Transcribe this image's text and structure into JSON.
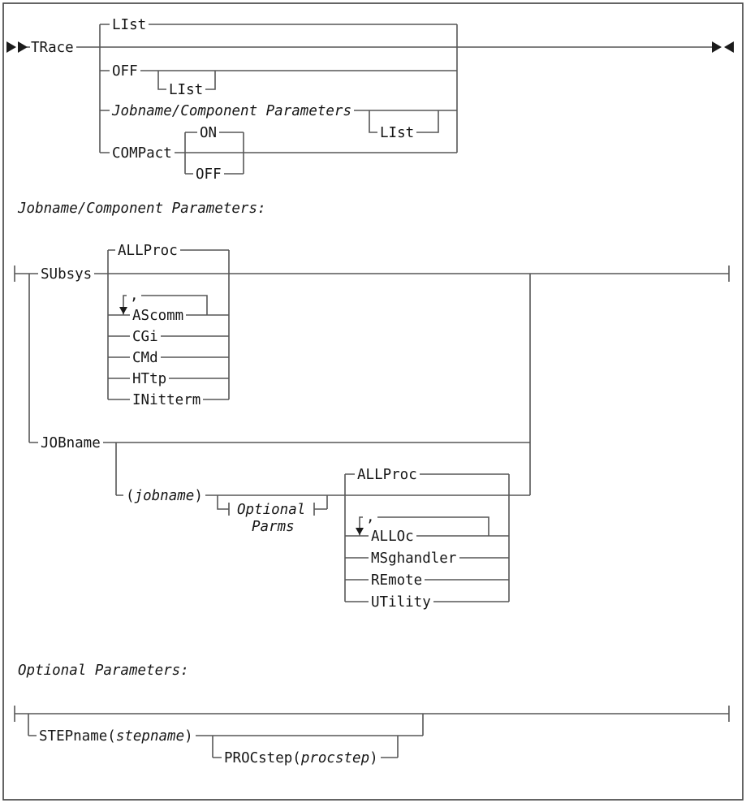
{
  "main": {
    "command": "TRace",
    "default_option": "LIst",
    "off": "OFF",
    "off_optional_list": "LIst",
    "fragment_ref": "Jobname/Component Parameters",
    "fragment_optional_list": "LIst",
    "compact": "COMPact",
    "compact_on": "ON",
    "compact_off": "OFF"
  },
  "fragment1": {
    "heading": "Jobname/Component Parameters:",
    "subsys": "SUbsys",
    "subsys_default": "ALLProc",
    "repeat_separator": ",",
    "options": [
      "AScomm",
      "CGi",
      "CMd",
      "HTtp",
      "INitterm"
    ],
    "jobname": "JOBname",
    "jobname_paren_open": "(",
    "jobname_variable": "jobname",
    "jobname_paren_close": ")",
    "optional_parms_line1": "Optional",
    "optional_parms_line2": "Parms",
    "proc_default": "ALLProc",
    "proc_repeat_separator": ",",
    "proc_options": [
      "ALLOc",
      "MSghandler",
      "REmote",
      "UTility"
    ]
  },
  "fragment2": {
    "heading": "Optional Parameters:",
    "stepname_keyword": "STEPname(",
    "stepname_variable": "stepname",
    "stepname_close": ")",
    "procstep_keyword": "PROCstep(",
    "procstep_variable": "procstep",
    "procstep_close": ")"
  },
  "colors": {
    "line": "#575757",
    "text": "#161616",
    "background": "#ffffff"
  }
}
